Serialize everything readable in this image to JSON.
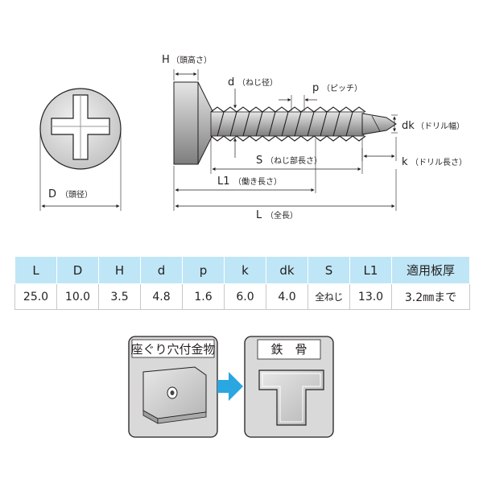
{
  "diagram": {
    "labels": {
      "H": "H",
      "H_jp": "（頭高さ）",
      "d": "d",
      "d_jp": "（ねじ径）",
      "p": "p",
      "p_jp": "（ピッチ）",
      "dk": "dk",
      "dk_jp": "（ドリル幅）",
      "S": "S",
      "S_jp": "（ねじ部長さ）",
      "k": "k",
      "k_jp": "（ドリル長さ）",
      "L1": "L1",
      "L1_jp": "（働き長さ）",
      "L": "L",
      "L_jp": "（全長）",
      "D": "D",
      "D_jp": "（頭径）"
    }
  },
  "spec_table": {
    "headers": [
      "L",
      "D",
      "H",
      "d",
      "p",
      "k",
      "dk",
      "S",
      "L1",
      "適用板厚"
    ],
    "values": [
      "25.0",
      "10.0",
      "3.5",
      "4.8",
      "1.6",
      "6.0",
      "4.0",
      "全ねじ",
      "13.0",
      "3.2㎜まで"
    ]
  },
  "usage": {
    "source_label": "座ぐり穴付金物",
    "target_label": "鉄　骨",
    "colors": {
      "arrow": "#2aa6e0",
      "panel_fill": "#d9d9d9",
      "panel_border": "#231f20"
    }
  },
  "colors": {
    "header_bg": "#bfe6f6",
    "line": "#231f20"
  }
}
